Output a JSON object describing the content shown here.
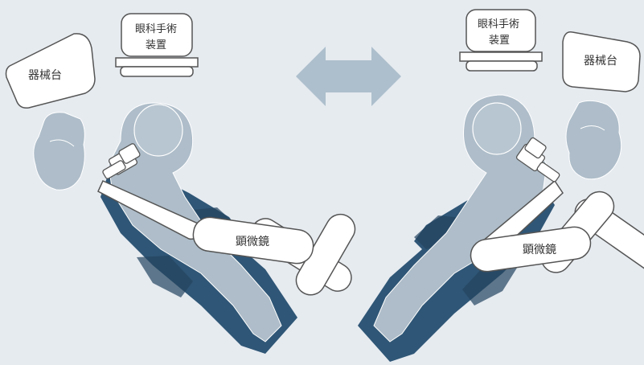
{
  "labels": {
    "instrument_table": "器械台",
    "ophthalmic_device_line1": "眼科手術",
    "ophthalmic_device_line2": "装置",
    "microscope": "顕微鏡"
  },
  "icons": {
    "swap_arrow": "double-headed-horizontal-arrow"
  },
  "colors": {
    "background": "#e6ebf0",
    "chair": "#2f5676",
    "chair_dark": "#24455f",
    "figure": "#aebdc9",
    "figure_outline": "#ffffff",
    "equipment_fill": "#ffffff",
    "equipment_stroke": "#555555",
    "arrow": "#adbfcc",
    "text": "#333333"
  }
}
